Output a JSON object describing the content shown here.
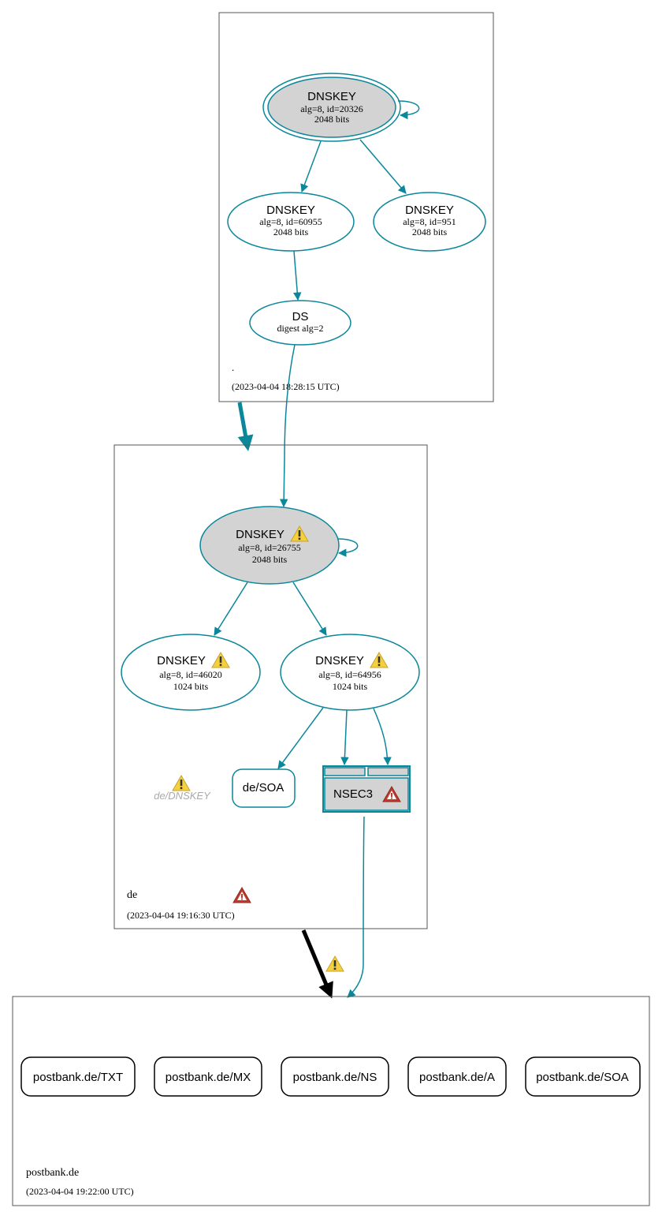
{
  "colors": {
    "edge": "#0a879a",
    "ksk_fill": "#d3d3d3",
    "warning_yellow": "#f4d03f",
    "error_red": "#c0392b",
    "delegation_ok": "#0a879a",
    "delegation_bad": "#000000"
  },
  "zones": {
    "root": {
      "name": ".",
      "timestamp": "(2023-04-04 18:28:15 UTC)",
      "nodes": {
        "ksk": {
          "title": "DNSKEY",
          "line1": "alg=8, id=20326",
          "line2": "2048 bits"
        },
        "zsk1": {
          "title": "DNSKEY",
          "line1": "alg=8, id=60955",
          "line2": "2048 bits"
        },
        "zsk2": {
          "title": "DNSKEY",
          "line1": "alg=8, id=951",
          "line2": "2048 bits"
        },
        "ds": {
          "title": "DS",
          "line1": "digest alg=2"
        }
      }
    },
    "de": {
      "name": "de",
      "timestamp": "(2023-04-04 19:16:30 UTC)",
      "nodes": {
        "ksk": {
          "title": "DNSKEY",
          "line1": "alg=8, id=26755",
          "line2": "2048 bits"
        },
        "zsk1": {
          "title": "DNSKEY",
          "line1": "alg=8, id=46020",
          "line2": "1024 bits"
        },
        "zsk2": {
          "title": "DNSKEY",
          "line1": "alg=8, id=64956",
          "line2": "1024 bits"
        },
        "soa": {
          "title": "de/SOA"
        },
        "nsec3": {
          "title": "NSEC3"
        },
        "dnskey_query": {
          "title": "de/DNSKEY"
        }
      }
    },
    "postbank": {
      "name": "postbank.de",
      "timestamp": "(2023-04-04 19:22:00 UTC)",
      "records": [
        {
          "label": "postbank.de/TXT"
        },
        {
          "label": "postbank.de/MX"
        },
        {
          "label": "postbank.de/NS"
        },
        {
          "label": "postbank.de/A"
        },
        {
          "label": "postbank.de/SOA"
        }
      ]
    }
  }
}
